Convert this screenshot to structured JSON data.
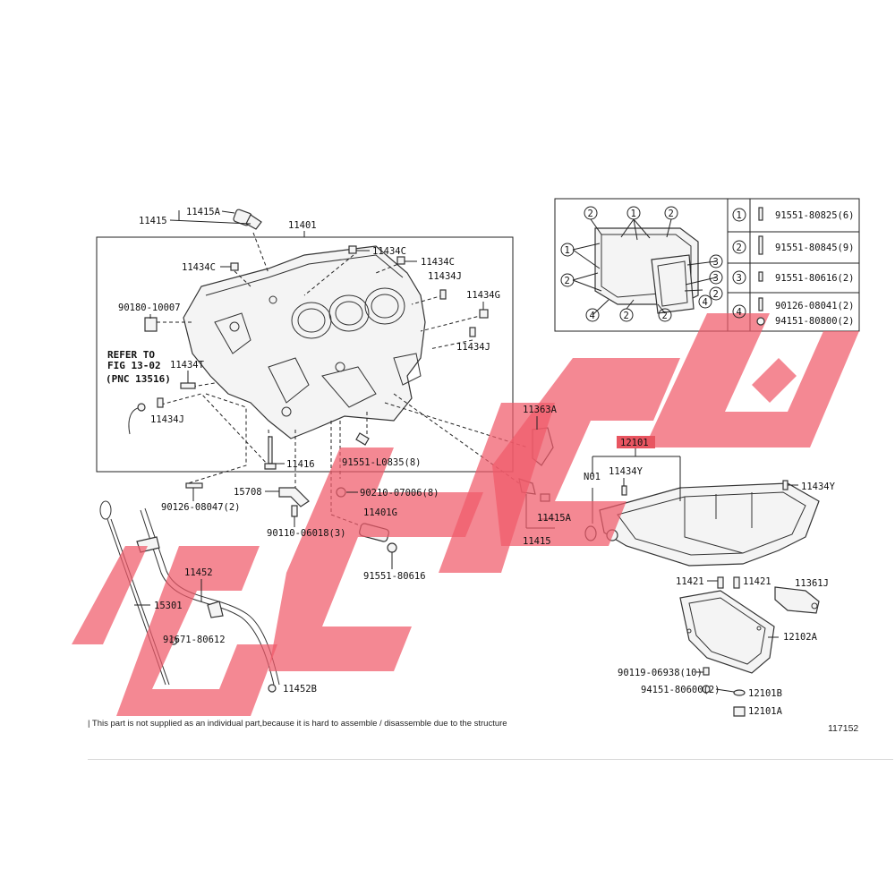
{
  "labels": {
    "p11415_top": "11415",
    "p11415A_top": "11415A",
    "p11401": "11401",
    "p11434C_1": "11434C",
    "p11434C_2": "11434C",
    "p11434C_3": "11434C",
    "p11434J_1": "11434J",
    "p11434G": "11434G",
    "p90180": "90180-10007",
    "p11434J_2": "11434J",
    "refer1": "REFER TO",
    "refer2": "FIG 13-02",
    "refer3": "(PNC 13516)",
    "p11434T": "11434T",
    "p11434J_3": "11434J",
    "p11363A": "11363A",
    "p11416": "11416",
    "p91551L": "91551-L0835(8)",
    "p90126_08047": "90126-08047(2)",
    "p15708": "15708",
    "p90210": "90210-07006(8)",
    "p90110": "90110-06018(3)",
    "p11401G": "11401G",
    "p91551_80616": "91551-80616",
    "p11415A_r": "11415A",
    "p11415_r": "11415",
    "p11452": "11452",
    "p15301": "15301",
    "p91671": "91671-80612",
    "p11452B": "11452B",
    "p12101": "12101",
    "pN01": "N01",
    "p11434Y_1": "11434Y",
    "p11434Y_2": "11434Y",
    "p11421_1": "11421",
    "p11421_2": "11421",
    "p11361J": "11361J",
    "p12102A": "12102A",
    "p90119": "90119-06938(10)",
    "p94151": "94151-80600(2)",
    "p12101B": "12101B",
    "p12101A": "12101A"
  },
  "legend": {
    "rows": [
      {
        "num": "1",
        "part": "91551-80825(6)"
      },
      {
        "num": "2",
        "part": "91551-80845(9)"
      },
      {
        "num": "3",
        "part": "91551-80616(2)"
      },
      {
        "num": "4",
        "part": "90126-08041(2)",
        "part2": "94151-80800(2)"
      }
    ],
    "inset_marks": [
      "1",
      "2",
      "2",
      "1",
      "2",
      "3",
      "3",
      "2",
      "2",
      "4",
      "2",
      "4"
    ]
  },
  "footnote": "| This part is not supplied as an individual part,because it is hard to assemble / disassemble due to the structure",
  "diagram_code": "117152",
  "colors": {
    "highlight": "#e85560",
    "watermark": "#f05a6a",
    "line": "#222222"
  }
}
